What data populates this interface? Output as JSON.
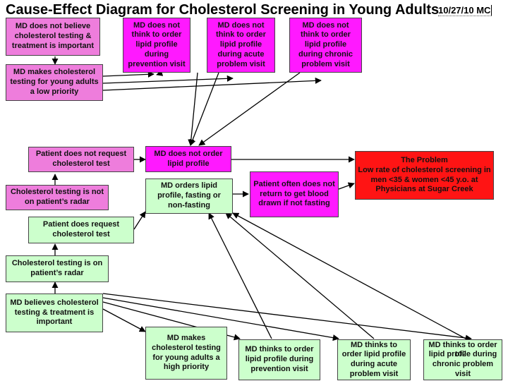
{
  "title": "Cause-Effect Diagram for Cholesterol Screening in Young Adults",
  "stamp": "10/27/10 MC",
  "page_number": "102",
  "boxes": {
    "b1": "MD does not believe cholesterol testing & treatment is important",
    "b2": "MD makes cholesterol testing for young adults a low priority",
    "b3": "MD does not think to order lipid profile during prevention visit",
    "b4": "MD does not think to order lipid profile during acute problem visit",
    "b5": "MD does not think to order lipid profile during chronic problem visit",
    "b6": "Patient does not request cholesterol test",
    "b7": "Cholesterol testing is not on patient’s radar",
    "b8": "MD does not order lipid profile",
    "b9": "MD orders lipid profile, fasting or non-fasting",
    "b10": "Patient often does not return to get blood drawn if not fasting",
    "b11": "The Problem\nLow rate of cholesterol screening in men <35 & women <45 y.o. at Physicians at Sugar Creek",
    "b12": "Patient does request cholesterol test",
    "b13": "Cholesterol testing is on patient’s radar",
    "b14": "MD believes cholesterol testing & treatment is important",
    "b15": "MD makes cholesterol testing for young adults a high priority",
    "b16": "MD thinks to order lipid profile during prevention visit",
    "b17": "MD thinks to order lipid profile during acute problem visit",
    "b18": "MD thinks to order lipid profile during chronic problem visit"
  },
  "colors": {
    "negative_cause": "#ee7ddc",
    "md_not_think": "#ff19ff",
    "positive_cause": "#ccffcc",
    "problem": "#ff1414"
  }
}
